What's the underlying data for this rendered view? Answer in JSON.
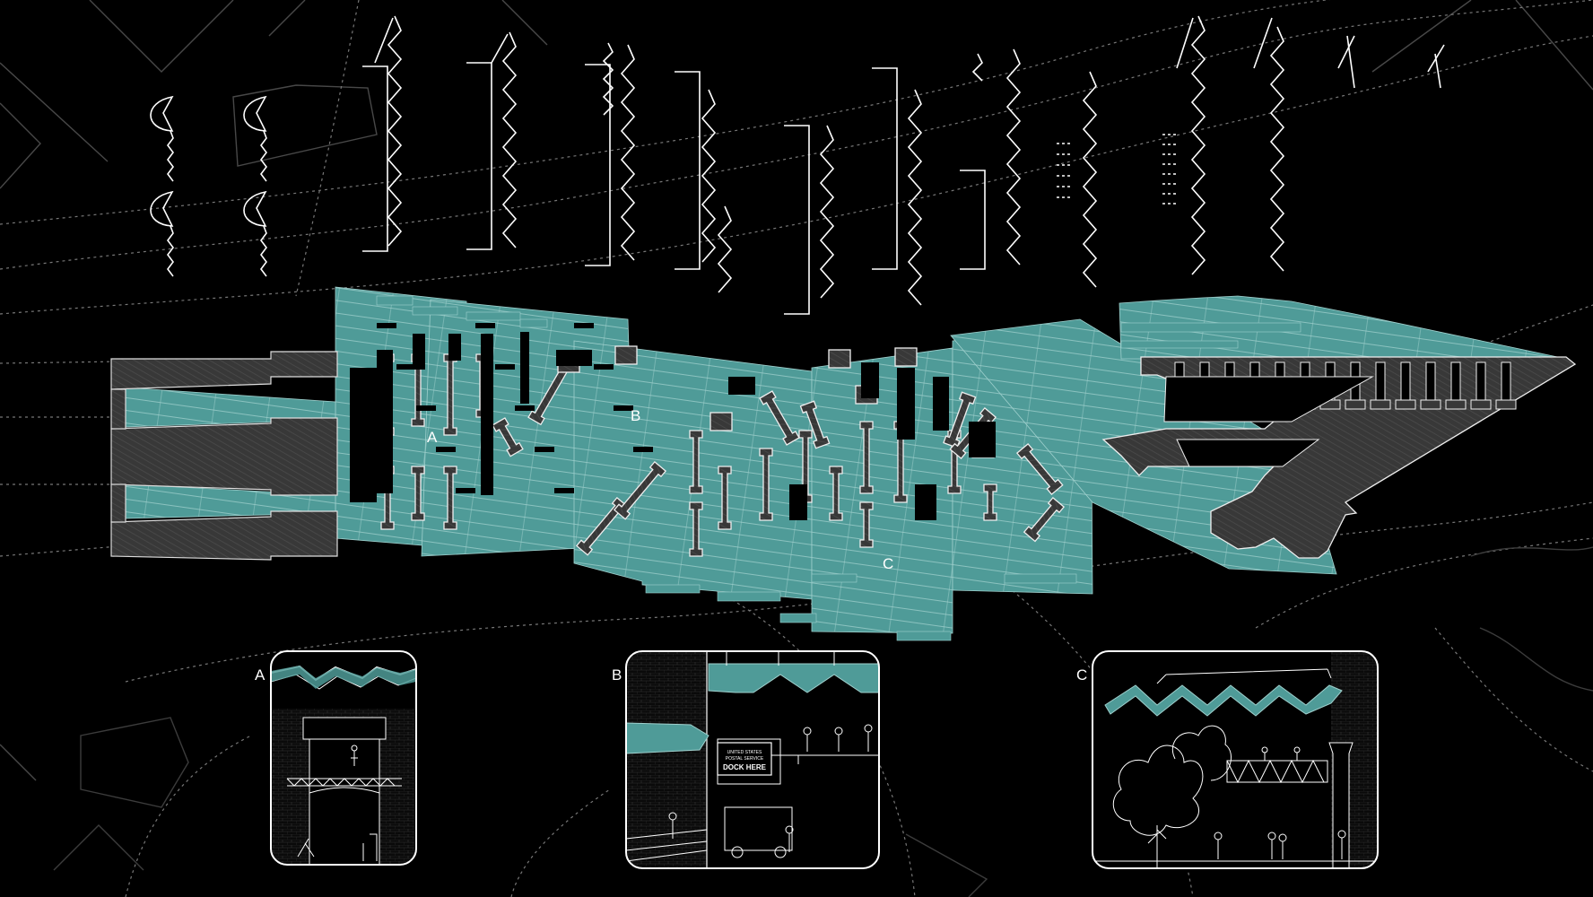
{
  "colors": {
    "background": "#000000",
    "teal": "#4f9b98",
    "teal_line": "#9fd0cd",
    "block": "#3a3a3a",
    "line": "#ffffff",
    "context": "#4a4a4a"
  },
  "plan_labels": [
    "A",
    "B",
    "C"
  ],
  "inset_labels": [
    "A",
    "B",
    "C"
  ],
  "sign": {
    "line1": "UNITED STATES",
    "line2": "POSTAL SERVICE",
    "line3": "DOCK HERE"
  }
}
